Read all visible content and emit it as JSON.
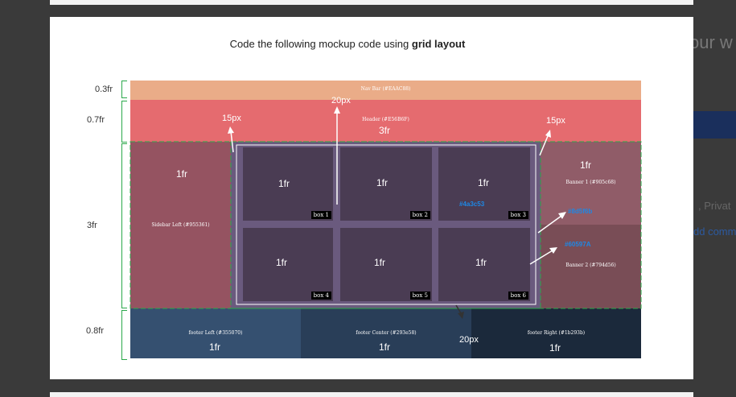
{
  "background": {
    "right_text": "our w",
    "privacy": ", Privat",
    "link": "dd comm"
  },
  "modal": {
    "title_prefix": "Code the following mockup code using ",
    "title_bold": "grid layout"
  },
  "rows": {
    "row1": "0.3fr",
    "row2": "0.7fr",
    "row3": "3fr",
    "row4": "0.8fr"
  },
  "navbar": {
    "label": "Nav Bar (#EAAC88)",
    "color": "#EAAC88"
  },
  "header": {
    "label": "Header (#E56B6F)",
    "color": "#E56B6F",
    "fr": "3fr"
  },
  "gaps": {
    "top_20": "20px",
    "left_15": "15px",
    "right_15": "15px",
    "bottom_20": "20px"
  },
  "sidebar": {
    "fr": "1fr",
    "label": "Sidebar Left (#955361)",
    "color": "#955361"
  },
  "content": {
    "color": "#6a5a7e"
  },
  "boxes": {
    "hex": "#4a3c53",
    "items": [
      {
        "fr": "1fr",
        "tag": "box 1"
      },
      {
        "fr": "1fr",
        "tag": "box 2"
      },
      {
        "fr": "1fr",
        "tag": "box 3"
      },
      {
        "fr": "1fr",
        "tag": "box 4"
      },
      {
        "fr": "1fr",
        "tag": "box 5"
      },
      {
        "fr": "1fr",
        "tag": "box 6"
      }
    ]
  },
  "banner1": {
    "fr": "1fr",
    "label": "Banner 1 (#905c68)",
    "hex": "#905c68"
  },
  "banner_hex_1": "#8d5f6b",
  "banner_hex_2": "#60597A",
  "banner2": {
    "label": "Banner 2 (#794d56)",
    "color": "#794d56"
  },
  "footer_left": {
    "label": "footer Left (#355070)",
    "fr": "1fr",
    "color": "#355070"
  },
  "footer_center": {
    "label": "footer Center (#293e58)",
    "fr": "1fr",
    "color": "#293e58"
  },
  "footer_right": {
    "label": "footer Right (#1b293b)",
    "fr": "1fr",
    "color": "#1b293b"
  }
}
